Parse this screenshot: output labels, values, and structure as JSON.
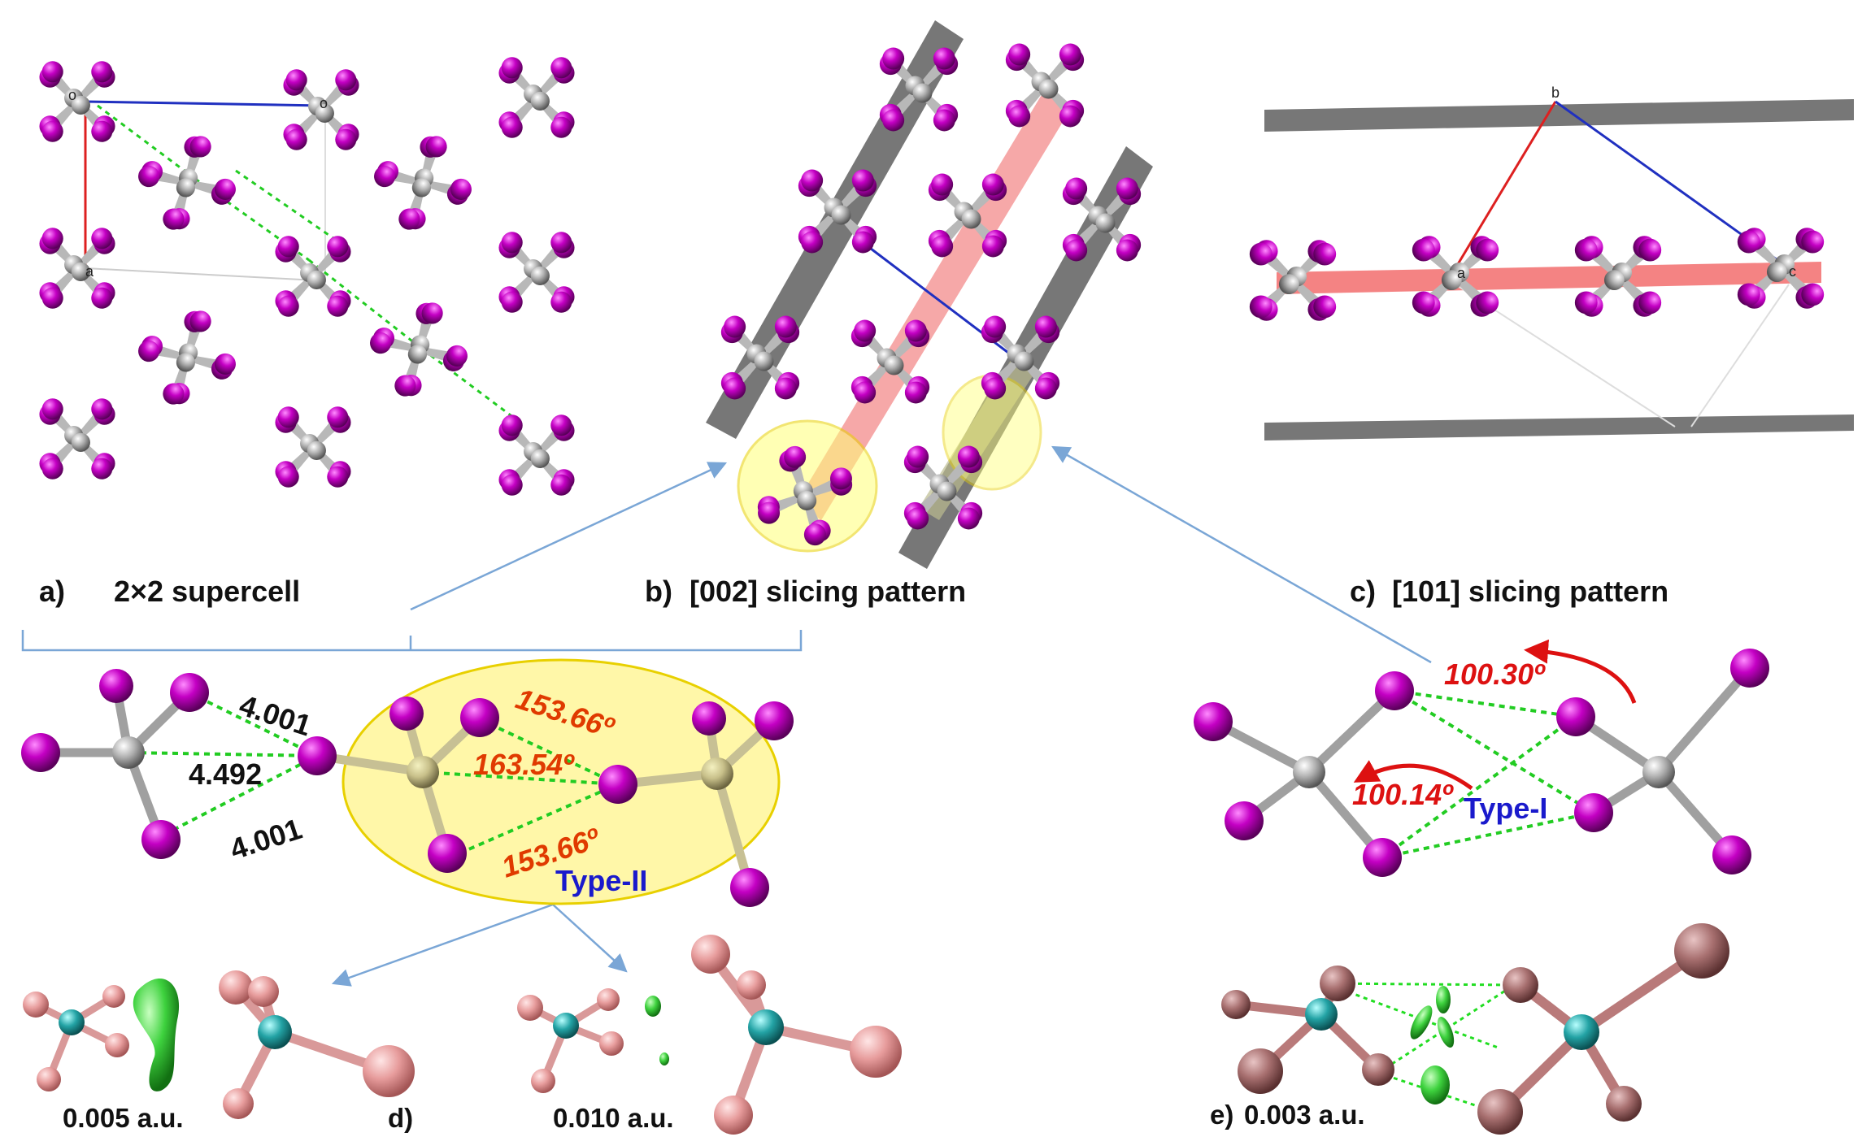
{
  "panels": {
    "a": {
      "letter": "a)",
      "title": "2×2 supercell"
    },
    "b": {
      "letter": "b)",
      "title": "[002] slicing pattern"
    },
    "c": {
      "letter": "c)",
      "title": "[101] slicing pattern"
    },
    "d": {
      "letter": "d)"
    },
    "e": {
      "letter": "e)"
    }
  },
  "axis_labels": {
    "o": "o",
    "a": "a",
    "c": "c",
    "b": "b"
  },
  "distances": {
    "top": "4.001",
    "middle": "4.492",
    "bottom": "4.001"
  },
  "angles_type2": {
    "top": "153.66º",
    "middle": "163.54º",
    "bottom": "153.66º"
  },
  "angles_type1": {
    "upper": "100.30º",
    "lower": "100.14º"
  },
  "types": {
    "type1": "Type-I",
    "type2": "Type-II"
  },
  "isovalues": {
    "d_left": "0.005 a.u.",
    "d_right": "0.010 a.u.",
    "e": "0.003 a.u."
  },
  "colors": {
    "iodine": "#b800b8",
    "carbon": "#a9a9a9",
    "highlight": "#fff7a8",
    "contact": "#22cc22",
    "angle": "#e03a00",
    "arrow": "#dd1111",
    "type_label": "#1a1acc",
    "nci_iodine": "#e8a0a0",
    "nci_carbon": "#1e9ea0",
    "nci_surface": "#33cc33"
  }
}
